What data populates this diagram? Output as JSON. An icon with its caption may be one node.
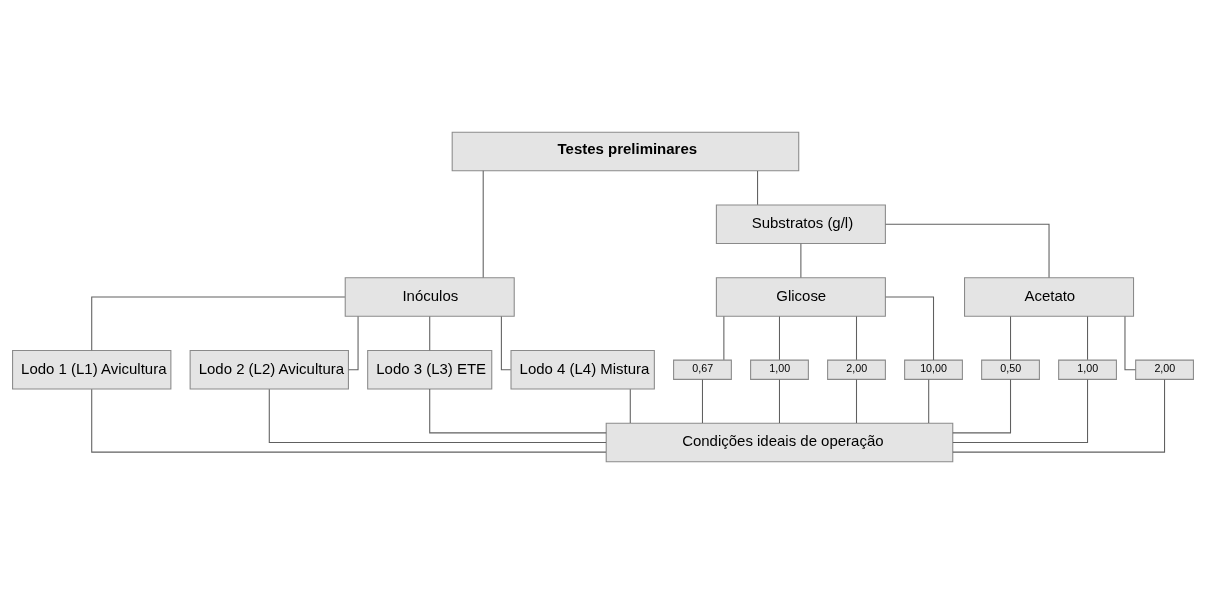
{
  "diagram": {
    "nodes": [
      {
        "text": [
          "Testes preliminares"
        ]
      },
      {
        "text": [
          "Inóculos"
        ]
      },
      {
        "text": [
          "Substratos (g/l)"
        ]
      },
      {
        "text": [
          "Lodo 1 (L1) Avicultura"
        ]
      },
      {
        "text": [
          "Lodo 2 (L2) Avicultura"
        ]
      },
      {
        "text": [
          "Lodo 3 (L3) ETE"
        ]
      },
      {
        "text": [
          "Lodo 4 (L4) Mistura"
        ]
      },
      {
        "text": [
          "Glicose"
        ]
      },
      {
        "text": [
          "Acetato"
        ]
      },
      {
        "text": [
          "0,67"
        ]
      },
      {
        "text": [
          "1,00"
        ]
      },
      {
        "text": [
          "2,00"
        ]
      },
      {
        "text": [
          "10,00"
        ]
      },
      {
        "text": [
          "0,50"
        ]
      },
      {
        "text": [
          "1,00"
        ]
      },
      {
        "text": [
          "2,00"
        ]
      },
      {
        "text": [
          "Condições ideais de operação"
        ]
      }
    ],
    "edges": [
      {
        "from": 0,
        "to": 1,
        "arrow": "none"
      },
      {
        "from": 0,
        "to": 2,
        "arrow": "none"
      },
      {
        "from": 1,
        "to": 3,
        "arrow": "none"
      },
      {
        "from": 1,
        "to": 4,
        "arrow": "none"
      },
      {
        "from": 1,
        "to": 5,
        "arrow": "none"
      },
      {
        "from": 1,
        "to": 6,
        "arrow": "none"
      },
      {
        "from": 2,
        "to": 7,
        "arrow": "none"
      },
      {
        "from": 2,
        "to": 8,
        "arrow": "none"
      },
      {
        "from": 7,
        "to": 9,
        "arrow": "none"
      },
      {
        "from": 7,
        "to": 10,
        "arrow": "none"
      },
      {
        "from": 7,
        "to": 11,
        "arrow": "none"
      },
      {
        "from": 7,
        "to": 12,
        "arrow": "none"
      },
      {
        "from": 8,
        "to": 13,
        "arrow": "none"
      },
      {
        "from": 8,
        "to": 14,
        "arrow": "none"
      },
      {
        "from": 8,
        "to": 15,
        "arrow": "none"
      },
      {
        "from": 3,
        "to": 16,
        "arrow": "none"
      },
      {
        "from": 4,
        "to": 16,
        "arrow": "none"
      },
      {
        "from": 5,
        "to": 16,
        "arrow": "none"
      },
      {
        "from": 6,
        "to": 16,
        "arrow": "none"
      },
      {
        "from": 9,
        "to": 16,
        "arrow": "none"
      },
      {
        "from": 10,
        "to": 16,
        "arrow": "none"
      },
      {
        "from": 11,
        "to": 16,
        "arrow": "none"
      },
      {
        "from": 12,
        "to": 16,
        "arrow": "none"
      },
      {
        "from": 13,
        "to": 16,
        "arrow": "none"
      },
      {
        "from": 14,
        "to": 16,
        "arrow": "none"
      },
      {
        "from": 15,
        "to": 16,
        "arrow": "none"
      }
    ]
  }
}
